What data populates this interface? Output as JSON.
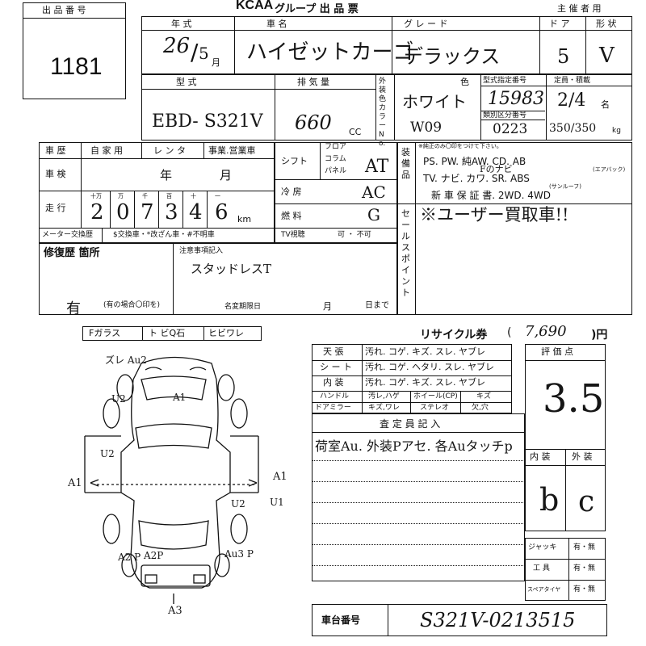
{
  "header": {
    "lot_number_label": "出 品 番 号",
    "lot_number": "1181",
    "brand": "KCAA",
    "group_title": "グループ  出  品  票",
    "organizer_copy": "主 催 者 用"
  },
  "row1": {
    "year_label": "年  式",
    "vehicle_label": "車       名",
    "grade_label": "グ  レ  ー  ド",
    "doors_label": "ド ア",
    "shape_label": "形 状",
    "year_value": "26",
    "month_value": "5",
    "month_unit": "月",
    "vehicle_name": "ハイゼットカーゴ",
    "grade": "デラックス",
    "doors": "5",
    "shape": "V"
  },
  "row2": {
    "model_label": "型       式",
    "displacement_label": "排  気  量",
    "exterior_color_label": "外装色カラーNo.",
    "color_label": "色",
    "type_designation_label": "型式指定番号",
    "category_label": "類別区分番号",
    "capacity_label": "定員・積載",
    "model": "EBD- S321V",
    "displacement": "660",
    "displacement_unit": "CC",
    "color": "ホワイト",
    "color_code": "W09",
    "type_designation": "15983",
    "category_number": "0223",
    "capacity": "2/4",
    "capacity_unit": "名",
    "load": "350/350",
    "load_unit": "kg"
  },
  "history": {
    "history_label": "車  歴",
    "private_use": "自 家 用",
    "rental": "レ ン タ",
    "business": "事業.営業車",
    "inspection_label": "車  検",
    "year_unit": "年",
    "month_unit": "月",
    "mileage_label": "走  行",
    "digit_headers": [
      "十万",
      "万",
      "千",
      "百",
      "十",
      "一"
    ],
    "mileage_digits": [
      "2",
      "0",
      "7",
      "3",
      "4",
      "6"
    ],
    "km_unit": "km",
    "meter_exchange_label": "メーター交換歴",
    "meter_notes": "$交換車・*改ざん車・#不明車"
  },
  "mid": {
    "shift_label": "シフト",
    "shift_options": [
      "フロア",
      "コラム",
      "パネル"
    ],
    "shift_value": "AT",
    "ac_label": "冷  房",
    "ac_value": "AC",
    "fuel_label": "燃  料",
    "fuel_value": "G",
    "tv_label": "TV視聴",
    "tv_options": "可 ・ 不可"
  },
  "equipment": {
    "label": "装備品",
    "note": "※純正のみ〇印をつけて下さい。",
    "line1": "PS.  PW.  純AW.  CD.  AB",
    "airbag_note": "(エアバック)",
    "line2": "TV.  ナビ.  カワ.  SR.  ABS",
    "sunroof_note": "(サンルーフ)",
    "line3": "新 車 保 証 書.  2WD.  4WD",
    "fnavi_mark": "Fのナビ",
    "sales_point_label": "セールスポイント",
    "sales_point": "※ユーザー買取車!!"
  },
  "repair": {
    "label": "修復歴  箇所",
    "value": "有",
    "note": "(有の場合〇印を)",
    "notice_label": "注意事項記入",
    "notice_value": "スタッドレスT",
    "name_change_label": "名変期限日",
    "month_unit": "月",
    "day_unit": "日まで"
  },
  "glass": {
    "f_glass": "Fガラス",
    "chip": "ト ビQ石",
    "crack": "ヒビワレ"
  },
  "recycle": {
    "label": "リサイクル券",
    "open": "(",
    "value": "7,690",
    "close": ")円"
  },
  "interior_table": {
    "rows": [
      {
        "label": "天  張",
        "options": "汚れ. コゲ. キズ. スレ. ヤブレ"
      },
      {
        "label": "シ ー ト",
        "options": "汚れ. コゲ. ヘタリ. スレ. ヤブレ"
      },
      {
        "label": "内  装",
        "options": "汚れ. コゲ. キズ. スレ. ヤブレ"
      }
    ],
    "handle_label": "ハンドル",
    "handle_options": "汚レ,ハゲ",
    "wheel_label": "ホイール(CP)",
    "wheel_options": "キズ",
    "mirror_label": "ドアミラー",
    "mirror_options": "キズ,ワレ",
    "stereo_label": "ステレオ",
    "stereo_options": "欠,穴"
  },
  "inspector": {
    "label": "査  定  員  記  入",
    "comment": "荷室Au. 外装Pアセ. 各Auタッチp"
  },
  "score": {
    "label": "評  価  点",
    "value": "3.5",
    "interior_label": "内  装",
    "exterior_label": "外  装",
    "interior_value": "b",
    "exterior_value": "c"
  },
  "tools": {
    "jack_label": "ジャッキ",
    "tools_label": "工  具",
    "spare_label": "スペアタイヤ",
    "options": "有・無"
  },
  "chassis": {
    "label": "車台番号",
    "value": "S321V-0213515"
  },
  "diagram": {
    "marks": [
      "ズレ Au2",
      "A1",
      "U2",
      "U2",
      "A1",
      "A1",
      "U2",
      "U1",
      "A2 P",
      "A2P",
      "Au3 P",
      "A3"
    ]
  }
}
